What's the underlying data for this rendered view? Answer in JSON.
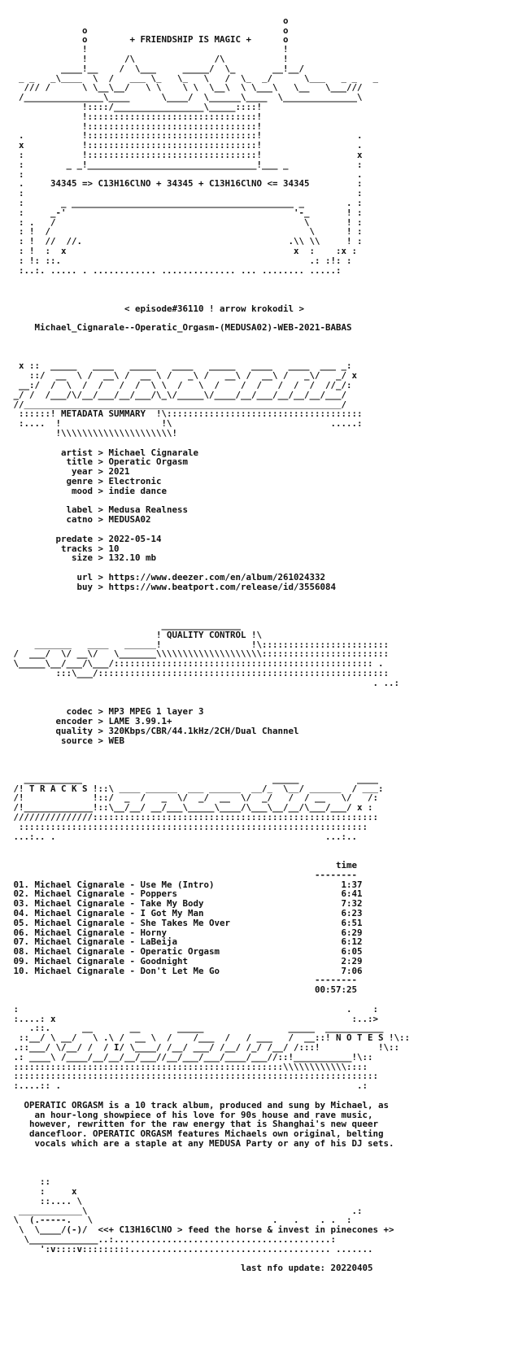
{
  "lines": [
    "",
    "                                                    o",
    "              o                                     o",
    "              o        + FRIENDSHIP IS MAGIC +      o",
    "              !                                     !",
    "              !       /\\               /\\           !",
    "          ____!__    /  \\___     _____/  \\_       __!__/",
    "  _ _   _\\____  \\  /   ___ \\_   \\_   \\   /  \\_  _/      \\___   _ _   _",
    "   /// /      \\ \\__\\__/   \\ \\    \\ \\  \\__\\  \\ \\___\\   \\__   \\___///",
    "  /_______________\\____      \\____/  \\______\\____  \\______________\\",
    "              !::::/_________________\\_____::::!",
    "              !::::::::::::::::::::::::::::::::!",
    "              !::::::::::::::::::::::::::::::::!",
    "  .           !::::::::::::::::::::::::::::::::!                  .",
    "  x           !::::::::::::::::::::::::::::::::!                  .",
    "  :           !::::::::::::::::::::::::::::::::!                  x",
    "  :        _ _!________________________________!___ _             :",
    "  :                                                               .",
    "  .     34345 => C13H16ClNO + 34345 + C13H16ClNO <= 34345         :",
    "  :                                                               :",
    "  :       _ __________________________________________ _        . :",
    "  :     _-'                                           '-_       ! :",
    "  : .   /                                               \\       ! :",
    "  : !  /                                                 \\      ! :",
    "  : !  //  //.                                       .\\\\ \\\\     ! :",
    "  : !  :  x                                           x  :    :x :",
    "  : !: ::.                                               .: :!: :",
    "  :..:. ..... . ............ .............. ... ........ .....:",
    "",
    "",
    "",
    "                      < episode#36110 ! arrow krokodil >",
    "",
    "     Michael_Cignarale--Operatic_Orgasm-(MEDUSA02)-WEB-2021-BABAS",
    "",
    "",
    "",
    "  x ::  _____   ____   _____   ____   _____   ____   ____  ___ _:",
    "    ::/  __  \\ /  __\\ /  __ \\ /   _\\ /   __\\ /  __\\ /   _\\/   _/ x",
    "  __:/  /  \\  /  /   /  /  \\ \\  /   \\  /    /  /   /  /  /  //_/:",
    " _/ /  /___/\\/__/___/__/___/\\_\\/_____\\/____/__/___/__/__/__/___/",
    " //____________________________________________________________/",
    "  ::::::! METADATA SUMMARY  !\\:::::::::::::::::::::::::::::::::::::",
    "  :....  !                   !\\                              .....:",
    "         !\\\\\\\\\\\\\\\\\\\\\\\\\\\\\\\\\\\\\\\\\\!",
    "",
    "          artist > Michael Cignarale",
    "           title > Operatic Orgasm",
    "            year > 2021",
    "           genre > Electronic",
    "            mood > indie dance",
    "",
    "           label > Medusa Realness",
    "           catno > MEDUSA02",
    "",
    "         predate > 2022-05-14",
    "          tracks > 10",
    "            size > 132.10 mb",
    "",
    "             url > https://www.deezer.com/en/album/261024332",
    "             buy > https://www.beatport.com/release/id/3556084",
    "",
    "",
    "",
    "                             _______________",
    "                            ! QUALITY CONTROL !\\",
    "     _______   ____   ______!                 !\\::::::::::::::::::::::::",
    " /  ___/  \\/ __\\/   \\_______\\\\\\\\\\\\\\\\\\\\\\\\\\\\\\\\\\\\\\\\::::::::::::::::::::::::",
    " \\_____\\__/___/\\___/::::::::::::::::::::::::::::::::::::::::::::::::: .",
    "         :::\\___/:::::::::::::::::::::::::::::::::::::::::::::::::::::::",
    "                                                                     . ..:",
    "",
    "",
    "           codec > MP3 MPEG 1 layer 3",
    "         encoder > LAME 3.99.1+",
    "         quality > 320Kbps/CBR/44.1kHz/2CH/Dual Channel",
    "          source > WEB",
    "",
    "",
    "",
    "   ___________                                    _____           ____",
    " /! T R A C K S !::\\ ____ ______  ___ ______  __/_  \\__/ ______  / ___:",
    " /!             !::/  _  /   _  \\/  _/  __  \\/  _/   /  / __   \\/   /:",
    " /!_____________!::\\__/__/ __/___\\_____\\____/\\___\\__/__/\\___/___/ x :",
    " ///////////////::::::::::::::::::::::::::::::::::::::::::::::::::::::",
    "  ::::::::::::::::::::::::::::::::::::::::::::::::::::::::::::::::::",
    " ...:.. .                                                   ...:..",
    "",
    "",
    "                                                              time",
    "                                                          --------",
    " 01. Michael Cignarale - Use Me (Intro)                        1:37",
    " 02. Michael Cignarale - Poppers                               6:41",
    " 03. Michael Cignarale - Take My Body                          7:32",
    " 04. Michael Cignarale - I Got My Man                          6:23",
    " 05. Michael Cignarale - She Takes Me Over                     6:51",
    " 06. Michael Cignarale - Horny                                 6:29",
    " 07. Michael Cignarale - LaBeija                               6:12",
    " 08. Michael Cignarale - Operatic Orgasm                       6:05",
    " 09. Michael Cignarale - Goodnight                             2:29",
    " 10. Michael Cignarale - Don't Let Me Go                       7:06",
    "                                                          --------",
    "                                                          00:57:25",
    "",
    " :                                                              .    :",
    " :....: x                                                        :..:>",
    "    .::.      __       __       _____                _____  ___________",
    "  ::__/ \\ __/   \\ .\\ /  __ \\  /    /___  /   / ___   /  __::! N O T E S !\\::",
    " .::___/ \\/__/ /  / I/ \\____/ /__/ ___/ /__/ /_/ /__/ /:::!           !\\::",
    " .: ____\\ /____/__/__/__/___//__/___/___/____/___//::!___________!\\::",
    " :::::::::::::::::::::::::::::::::::::::::::::::::::\\\\\\\\\\\\\\\\\\\\\\\\::::",
    " :::::::::::::::::::::::::::::::::::::::::::::::::::::::::::::::::::::",
    " :....:: .                                                        .:",
    "",
    "   OPERATIC ORGASM is a 10 track album, produced and sung by Michael, as",
    "     an hour-long showpiece of his love for 90s house and rave music,",
    "    however, rewritten for the raw energy that is Shanghai's new queer",
    "    dancefloor. OPERATIC ORGASM features Michaels own original, belting",
    "     vocals which are a staple at any MEDUSA Party or any of his DJ sets.",
    "",
    "",
    "",
    "      ::",
    "      :     x",
    "      ::.... \\",
    "  ____________\\                                                  .:",
    " \\  (.-----.   \\                                  .   .    . .  :",
    "  \\  \\____/(-)/  <<+ C13H16ClNO > feed the horse & invest in pinecones +>",
    "   \\_____________..:.........................................:",
    "      ':v::::v:::::::::...................................... .......",
    "",
    "                                            last nfo update: 20220405",
    ""
  ]
}
